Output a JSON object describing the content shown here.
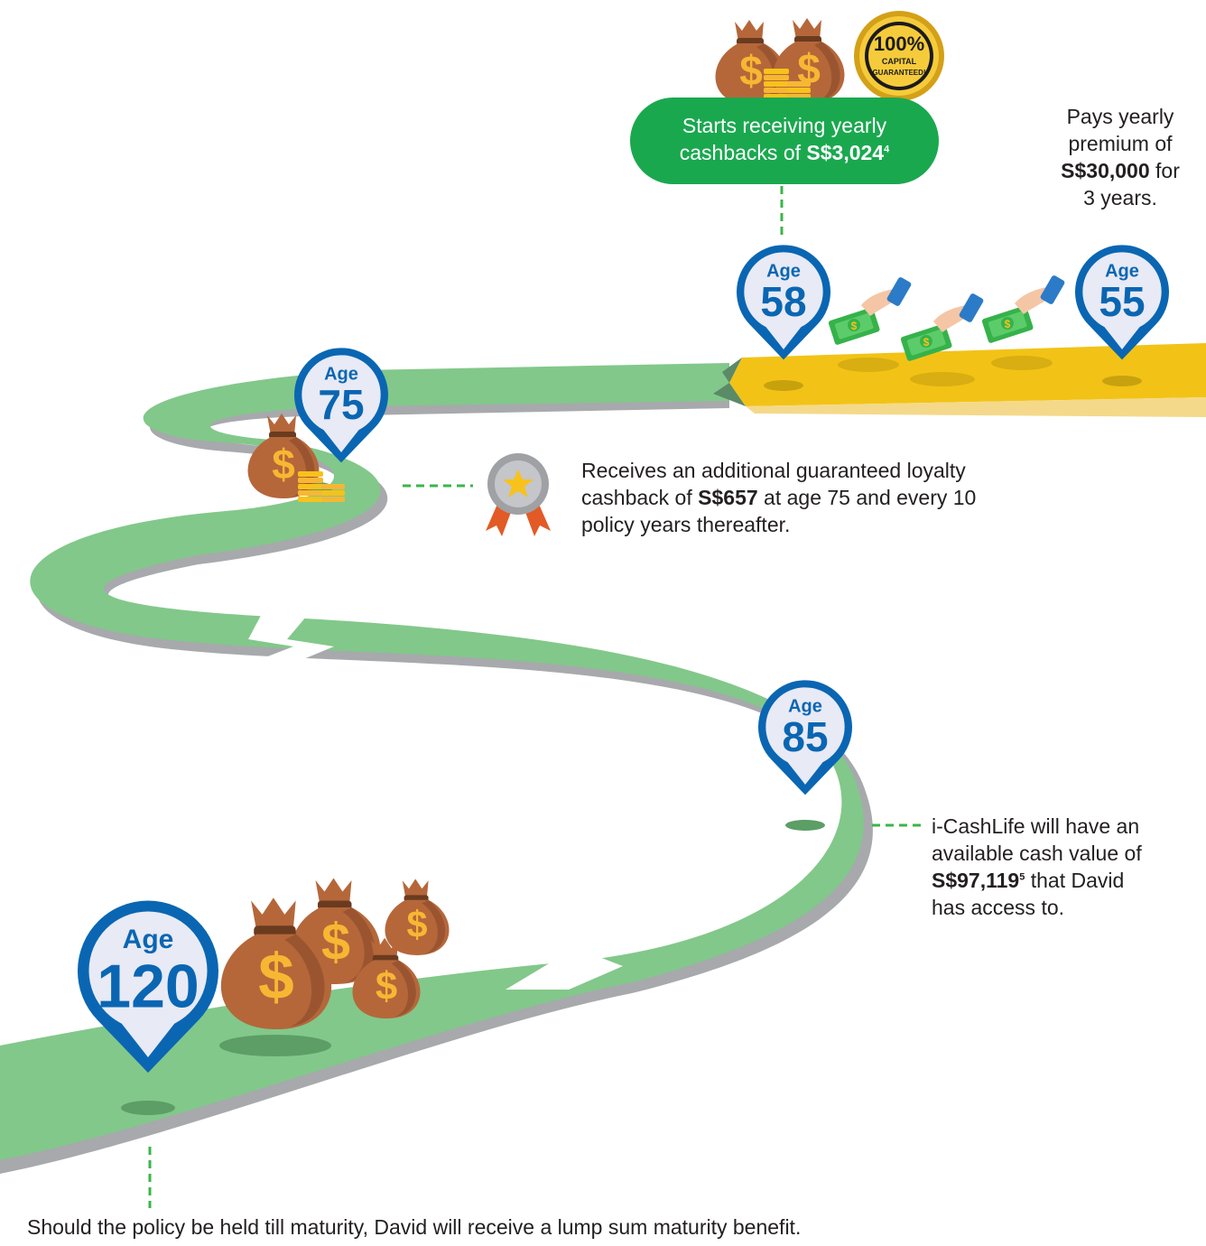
{
  "pins": [
    {
      "key": "age55",
      "label": "Age",
      "age": "55"
    },
    {
      "key": "age58",
      "label": "Age",
      "age": "58"
    },
    {
      "key": "age75",
      "label": "Age",
      "age": "75"
    },
    {
      "key": "age85",
      "label": "Age",
      "age": "85"
    },
    {
      "key": "age120",
      "label": "Age",
      "age": "120"
    }
  ],
  "badge": {
    "line1": "100%",
    "line2": "CAPITAL",
    "line3": "GUARANTEED!"
  },
  "cashback_bubble": {
    "line1": "Starts receiving yearly",
    "line2_pre": "cashbacks of ",
    "amount": "S$3,024",
    "footnote": "4"
  },
  "premium_note": {
    "line1": "Pays yearly",
    "line2": "premium of",
    "amount": "S$30,000",
    "suffix": " for",
    "line4": "3 years."
  },
  "loyalty_note": {
    "line1": "Receives an additional guaranteed loyalty",
    "line2_pre": "cashback of ",
    "amount": "S$657",
    "line2_post": " at age 75 and every 10",
    "line3": "policy years thereafter."
  },
  "cash_value_note": {
    "line1": "i-CashLife will have an",
    "line2": "available cash value of",
    "amount": "S$97,119",
    "footnote": "5",
    "line3_post": " that David",
    "line4": "has access to."
  },
  "maturity_note": "Should the policy be held till maturity, David will receive a lump sum maturity benefit.",
  "colors": {
    "road_green": "#82c88a",
    "road_edge": "#a7a9ac",
    "yellow_road": "#f2c316",
    "pin_blue": "#0a66b2",
    "pin_fill": "#e8eaf6",
    "bubble_green": "#1aa84f",
    "bag_brown": "#b5673a",
    "dollar_gold": "#f7b733"
  }
}
